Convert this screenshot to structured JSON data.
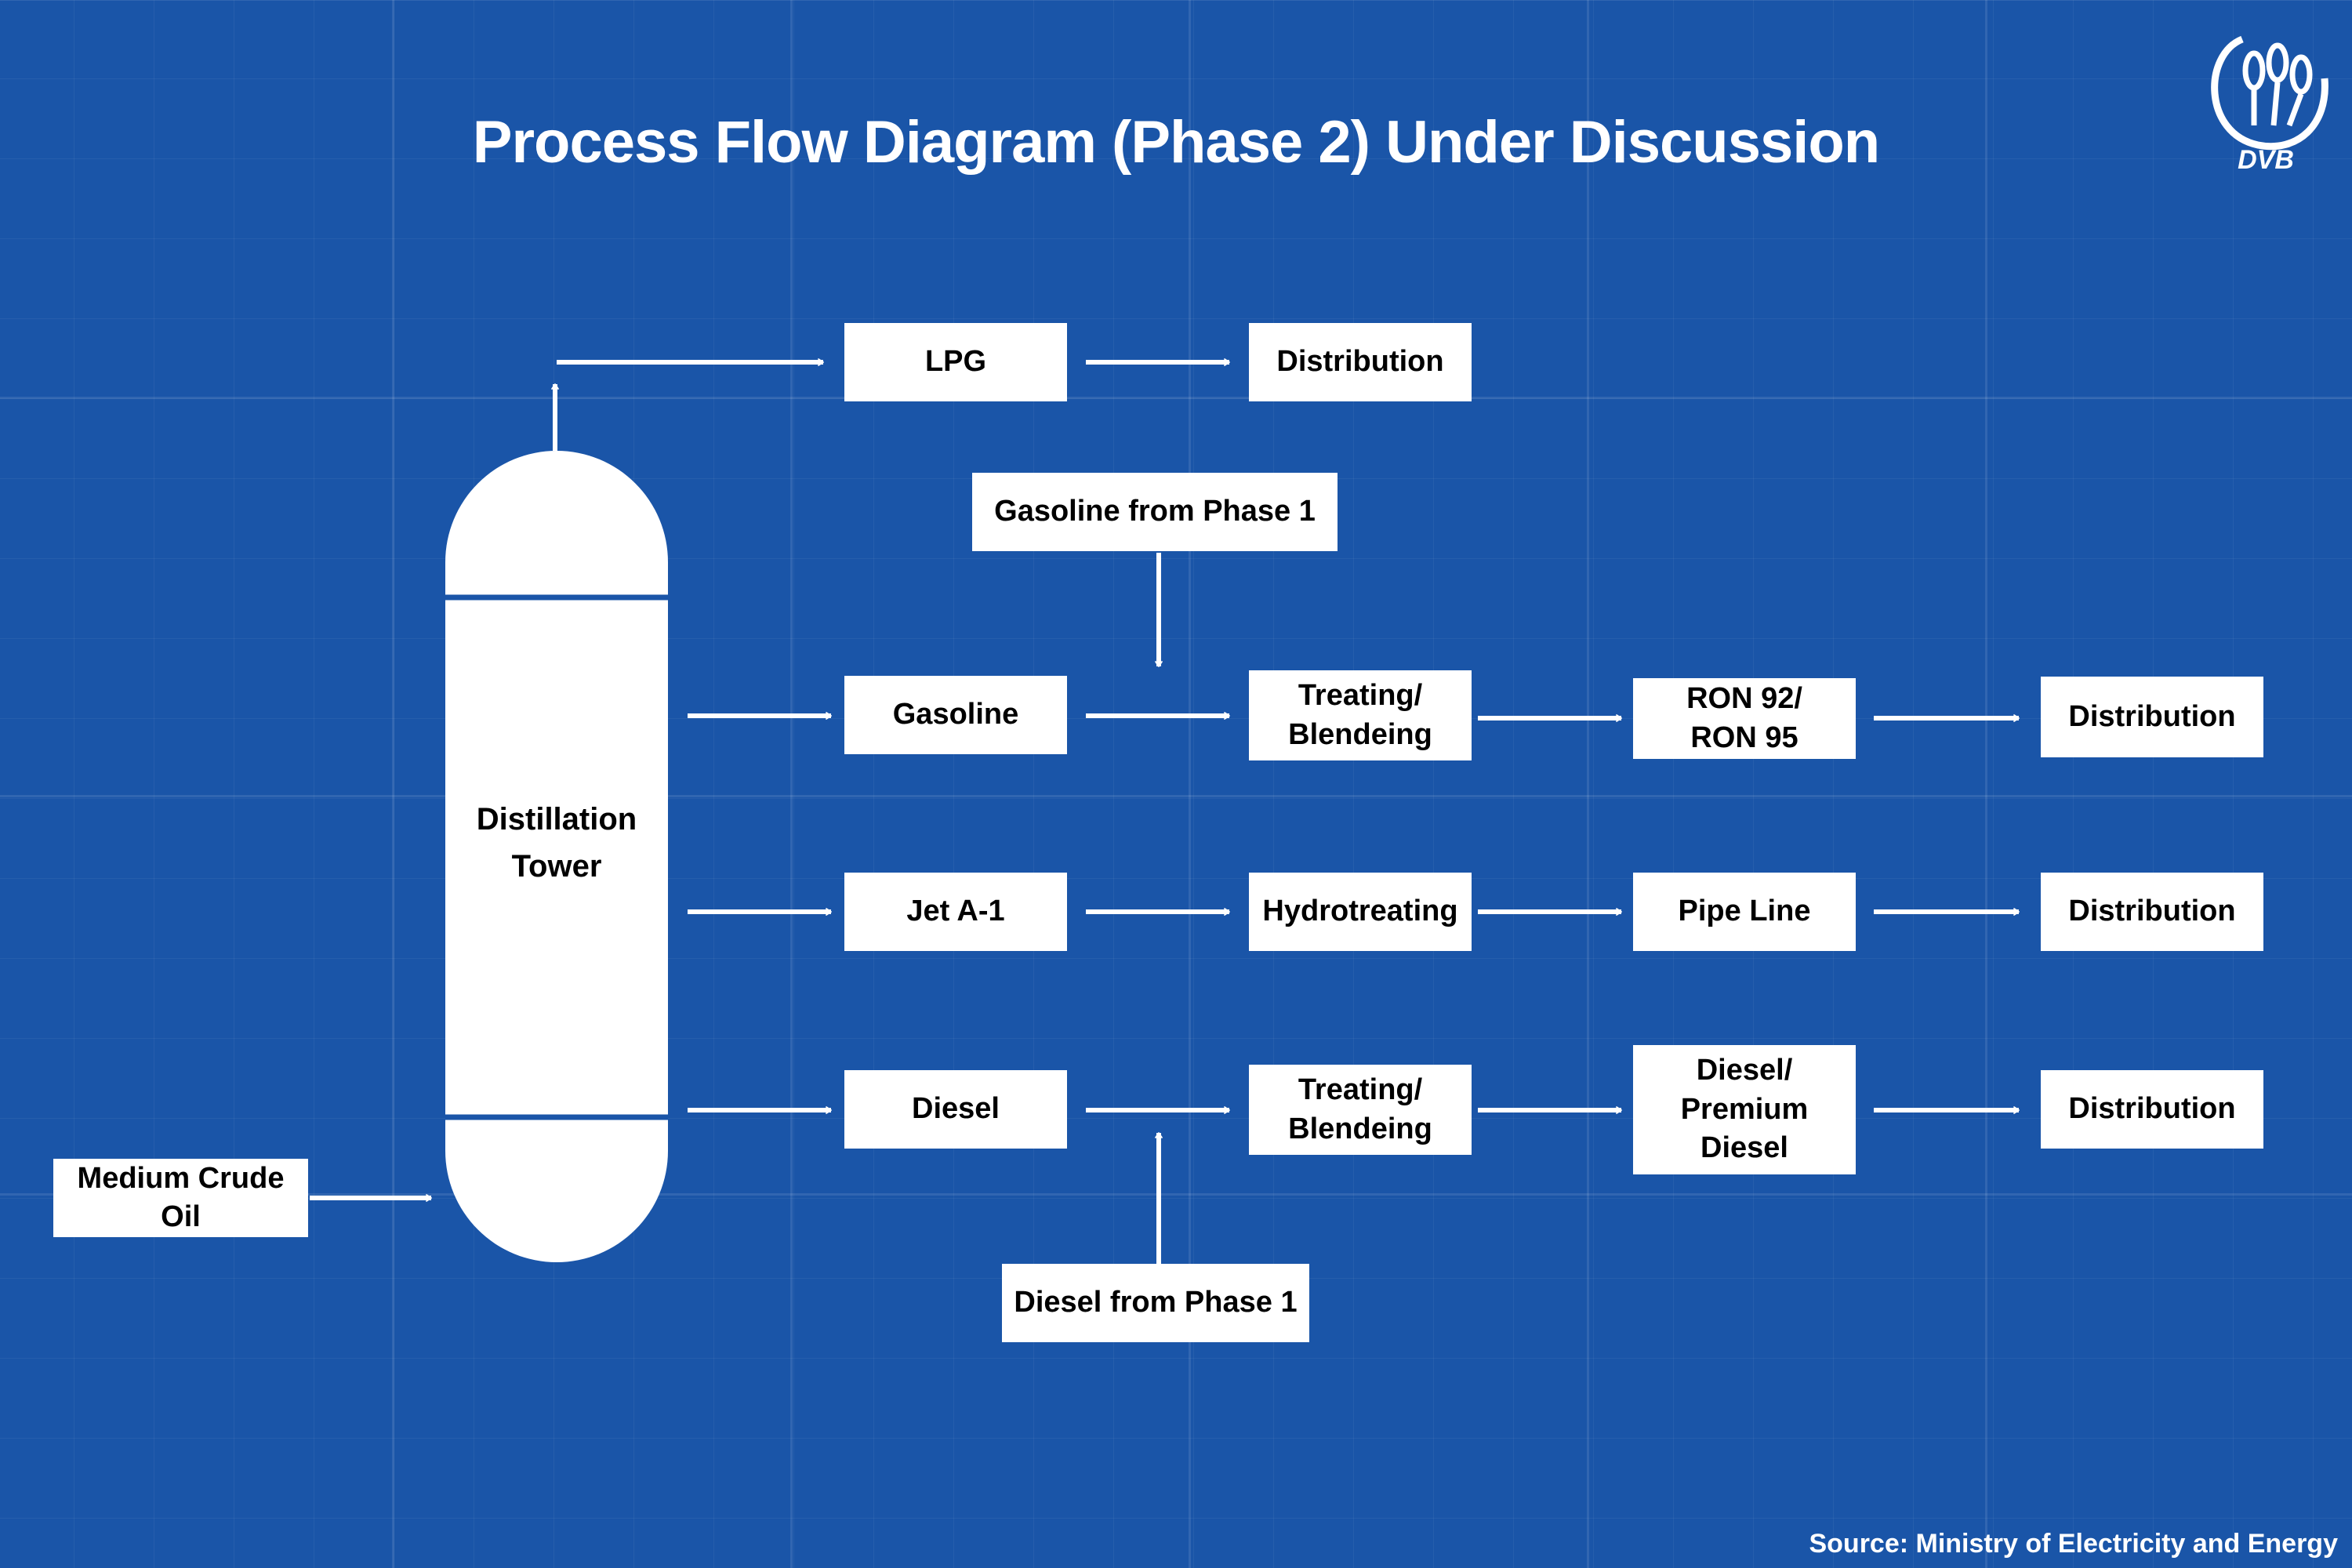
{
  "title": "Process Flow Diagram (Phase 2) Under Discussion",
  "logo_text": "DVB",
  "tower_label": "Distillation\nTower",
  "nodes": {
    "crude": "Medium Crude Oil",
    "lpg": "LPG",
    "lpg_dist": "Distribution",
    "gas_phase1": "Gasoline from Phase 1",
    "gasoline": "Gasoline",
    "gas_treat": "Treating/\nBlendeing",
    "ron": "RON 92/\nRON 95",
    "gas_dist": "Distribution",
    "jet": "Jet A-1",
    "hydro": "Hydrotreating",
    "pipe": "Pipe Line",
    "jet_dist": "Distribution",
    "diesel": "Diesel",
    "diesel_treat": "Treating/\nBlendeing",
    "premium": "Diesel/\nPremium\nDiesel",
    "diesel_dist": "Distribution",
    "diesel_phase1": "Diesel from Phase 1"
  },
  "source": "Source: Ministry of Electricity and Energy",
  "colors": {
    "background": "#1a55a8",
    "box": "#ffffff",
    "text": "#000000"
  }
}
